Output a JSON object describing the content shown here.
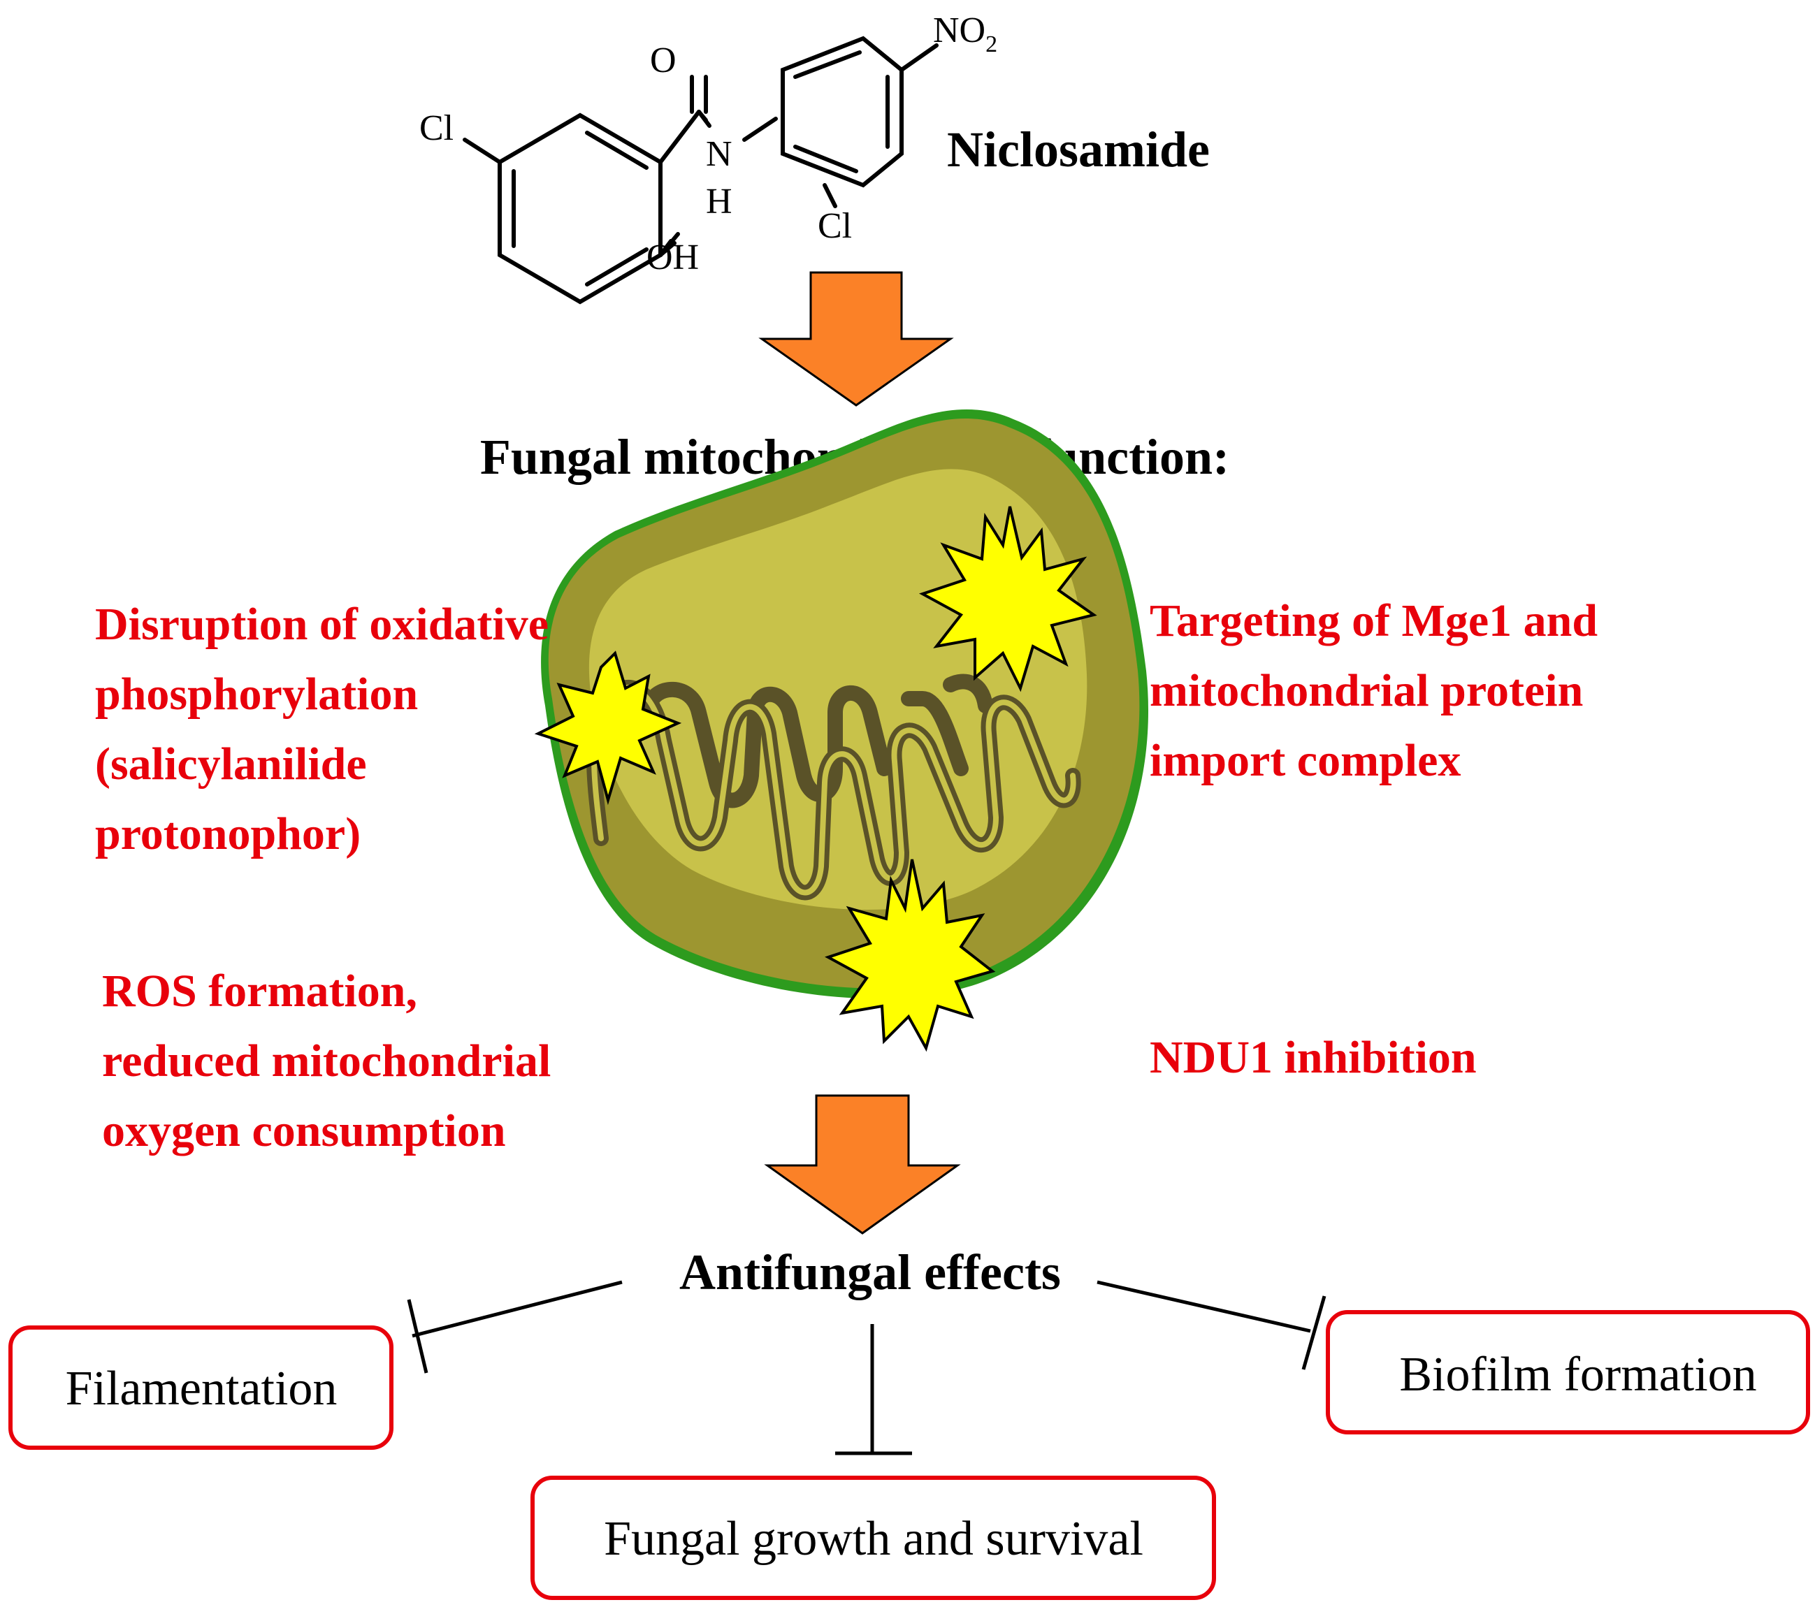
{
  "colors": {
    "accent_red": "#e8000b",
    "arrow_orange": "#fb8127",
    "star_yellow": "#ffff00",
    "mito_outer": "#9d9630",
    "mito_inner": "#c8c24a",
    "mito_crista": "#5a5228",
    "mito_edge_green": "#2d9b1e",
    "text_black": "#000000"
  },
  "molecule": {
    "name": "Niclosamide",
    "atoms": {
      "cl_left": "Cl",
      "oxygen": "O",
      "nitrogen": "N",
      "hydrogen": "H",
      "hydroxyl": "OH",
      "cl_bottom": "Cl",
      "nitro_main": "NO",
      "nitro_sub": "2"
    }
  },
  "heading": "Fungal mitochondrial dysfunction:",
  "effects": {
    "oxphos": [
      "Disruption of oxidative",
      "phosphorylation",
      "(salicylanilide",
      "protonophor)"
    ],
    "mge1": [
      "Targeting of Mge1 and",
      "mitochondrial protein",
      "import complex"
    ],
    "ros": [
      "ROS formation,",
      "reduced mitochondrial",
      "oxygen consumption"
    ],
    "ndu1": [
      "NDU1 inhibition"
    ]
  },
  "antifungal_label": "Antifungal effects",
  "outcomes": {
    "filamentation": "Filamentation",
    "biofilm": "Biofilm formation",
    "growth": "Fungal growth and survival"
  }
}
